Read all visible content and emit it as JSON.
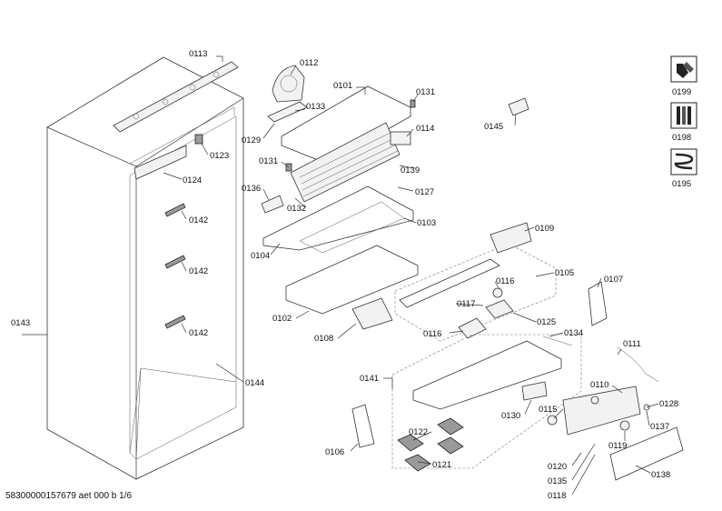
{
  "footer": {
    "document_code": "58300000157679 aet 000 b 1/6"
  },
  "callouts": {
    "c0113": "0113",
    "c0112": "0112",
    "c0101": "0101",
    "c0131a": "0131",
    "c0133": "0133",
    "c0129": "0129",
    "c0145": "0145",
    "c0114": "0114",
    "c0123": "0123",
    "c0131b": "0131",
    "c0139": "0139",
    "c0124": "0124",
    "c0136": "0136",
    "c0127": "0127",
    "c0132": "0132",
    "c0142a": "0142",
    "c0103": "0103",
    "c0109": "0109",
    "c0104": "0104",
    "c0142b": "0142",
    "c0105": "0105",
    "c0116a": "0116",
    "c0107": "0107",
    "c0117": "0117",
    "c0102": "0102",
    "c0143": "0143",
    "c0142c": "0142",
    "c0125": "0125",
    "c0116b": "0116",
    "c0134": "0134",
    "c0108": "0108",
    "c0111": "0111",
    "c0144": "0144",
    "c0141": "0141",
    "c0110": "0110",
    "c0128": "0128",
    "c0115": "0115",
    "c0130": "0130",
    "c0137": "0137",
    "c0122": "0122",
    "c0119": "0119",
    "c0106": "0106",
    "c0121": "0121",
    "c0120": "0120",
    "c0135": "0135",
    "c0138": "0138",
    "c0118": "0118"
  },
  "legend": [
    {
      "code": "0199",
      "icon": "tools-icon"
    },
    {
      "code": "0198",
      "icon": "screws-icon"
    },
    {
      "code": "0195",
      "icon": "cable-icon"
    }
  ]
}
